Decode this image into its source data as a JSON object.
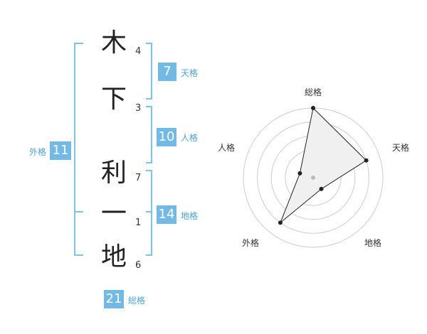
{
  "name": {
    "characters": [
      {
        "char": "木",
        "strokes": "4"
      },
      {
        "char": "下",
        "strokes": "3"
      },
      {
        "char": "利",
        "strokes": "7"
      },
      {
        "char": "一",
        "strokes": "1"
      }
    ],
    "placeholder": {
      "char": "地",
      "strokes": "6"
    }
  },
  "scores": {
    "tenkaku": {
      "value": "7",
      "label": "天格"
    },
    "jinkaku": {
      "value": "10",
      "label": "人格"
    },
    "chikaku": {
      "value": "14",
      "label": "地格"
    },
    "gaikaku": {
      "value": "11",
      "label": "外格"
    },
    "soukaku": {
      "value": "21",
      "label": "総格"
    }
  },
  "colors": {
    "accent": "#72b9e6",
    "bracket": "#7cc3ee",
    "radar_fill": "#f0f0f0",
    "radar_line": "#222222",
    "grid": "#cccccc"
  },
  "chart_data": {
    "type": "radar",
    "axes": [
      "総格",
      "天格",
      "地格",
      "外格",
      "人格"
    ],
    "values": [
      5,
      4,
      1,
      4,
      1
    ],
    "rmax": 5,
    "rings": 5
  }
}
